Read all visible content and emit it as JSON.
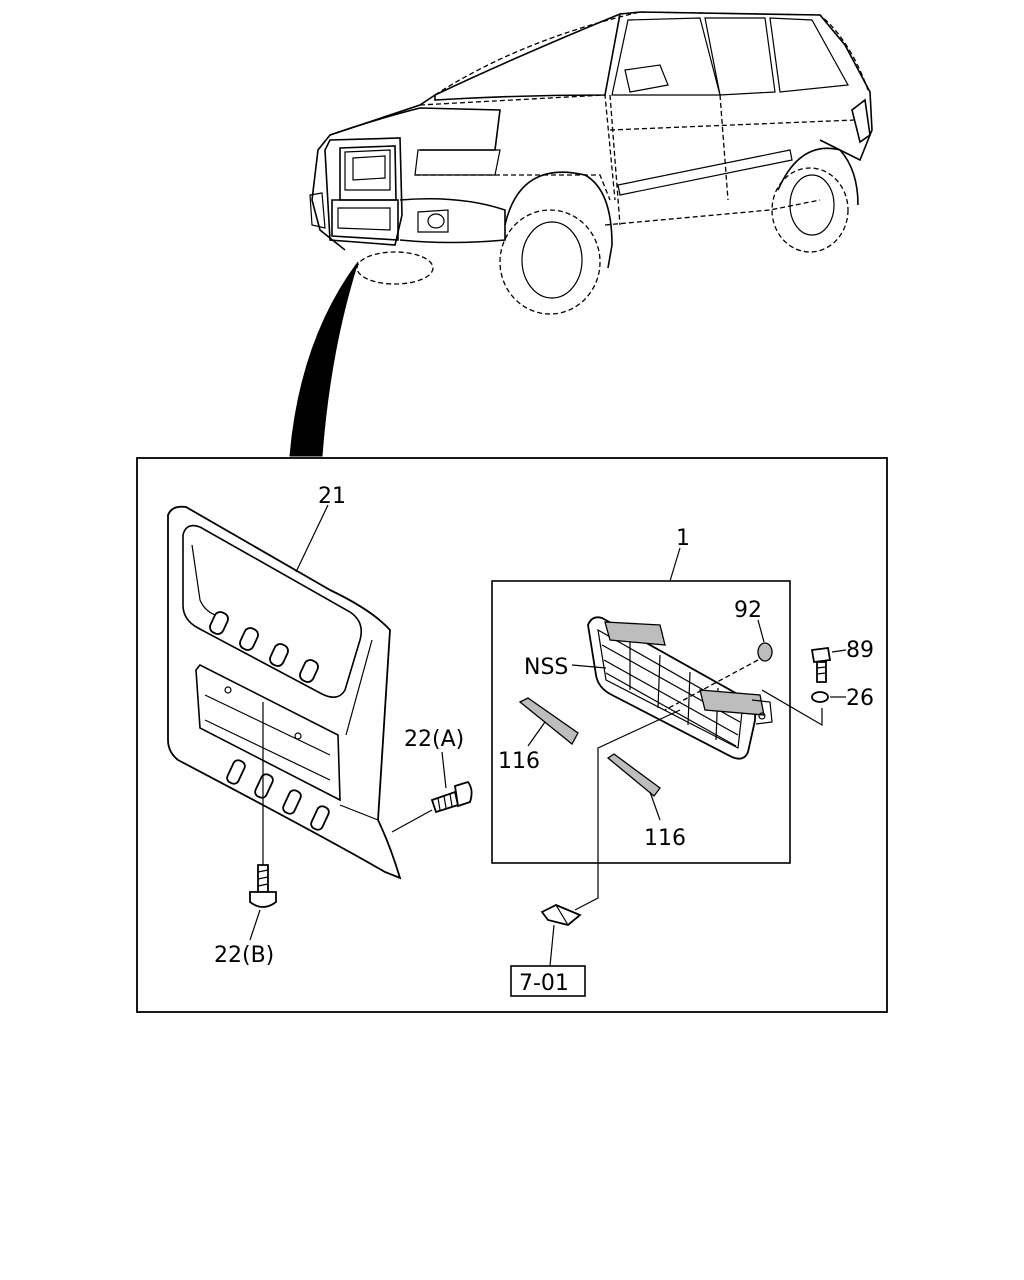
{
  "callouts": {
    "c21": "21",
    "c1": "1",
    "c92": "92",
    "c89": "89",
    "c26": "26",
    "cNSS": "NSS",
    "c22a": "22(A)",
    "c22b": "22(B)",
    "c116a": "116",
    "c116b": "116",
    "ref": "7-01"
  },
  "icons": {
    "vehicle": "suv-vehicle-icon",
    "pointer": "detail-pointer-arrow"
  }
}
